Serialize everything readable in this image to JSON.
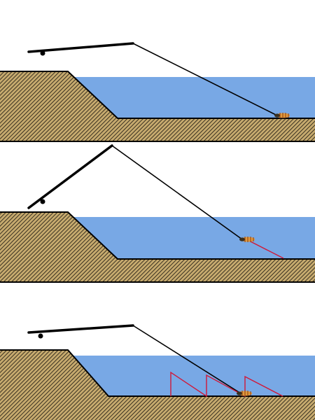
{
  "colors": {
    "background": "#ffffff",
    "water": "#78a8e5",
    "ground_fill": "#c6aa6e",
    "ground_hatch": "#2a2318",
    "outline": "#000000",
    "rod": "#000000",
    "line": "#000000",
    "lure_path": "#d01838",
    "lure_body": "#e09a3e",
    "lure_head": "#3a3020"
  },
  "panels": [
    {
      "id": "rod-down",
      "lure_path": "none"
    },
    {
      "id": "rod-up",
      "lure_path": "rise"
    },
    {
      "id": "repeat",
      "lure_path": "sawtooth"
    }
  ]
}
